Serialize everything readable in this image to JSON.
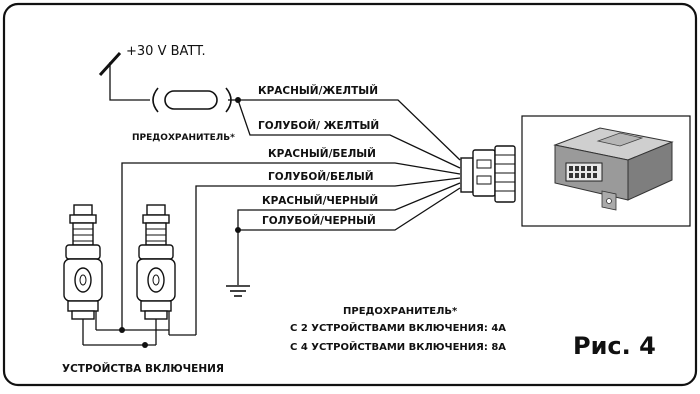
{
  "battery_label": "+30 V BATT.",
  "fuse_label": "ПРЕДОХРАНИТЕЛЬ*",
  "wires": [
    "КРАСНЫЙ/ЖЕЛТЫЙ",
    "ГОЛУБОЙ/ ЖЕЛТЫЙ",
    "КРАСНЫЙ/БЕЛЫЙ",
    "ГОЛУБОЙ/БЕЛЫЙ",
    "КРАСНЫЙ/ЧЕРНЫЙ",
    "ГОЛУБОЙ/ЧЕРНЫЙ"
  ],
  "note": {
    "title": "ПРЕДОХРАНИТЕЛЬ*",
    "line1": "С 2 УСТРОЙСТВАМИ ВКЛЮЧЕНИЯ: 4А",
    "line2": "С 4 УСТРОЙСТВАМИ ВКЛЮЧЕНИЯ: 8А"
  },
  "devices_label": "УСТРОЙСТВА ВКЛЮЧЕНИЯ",
  "figure_label": "Рис. 4"
}
